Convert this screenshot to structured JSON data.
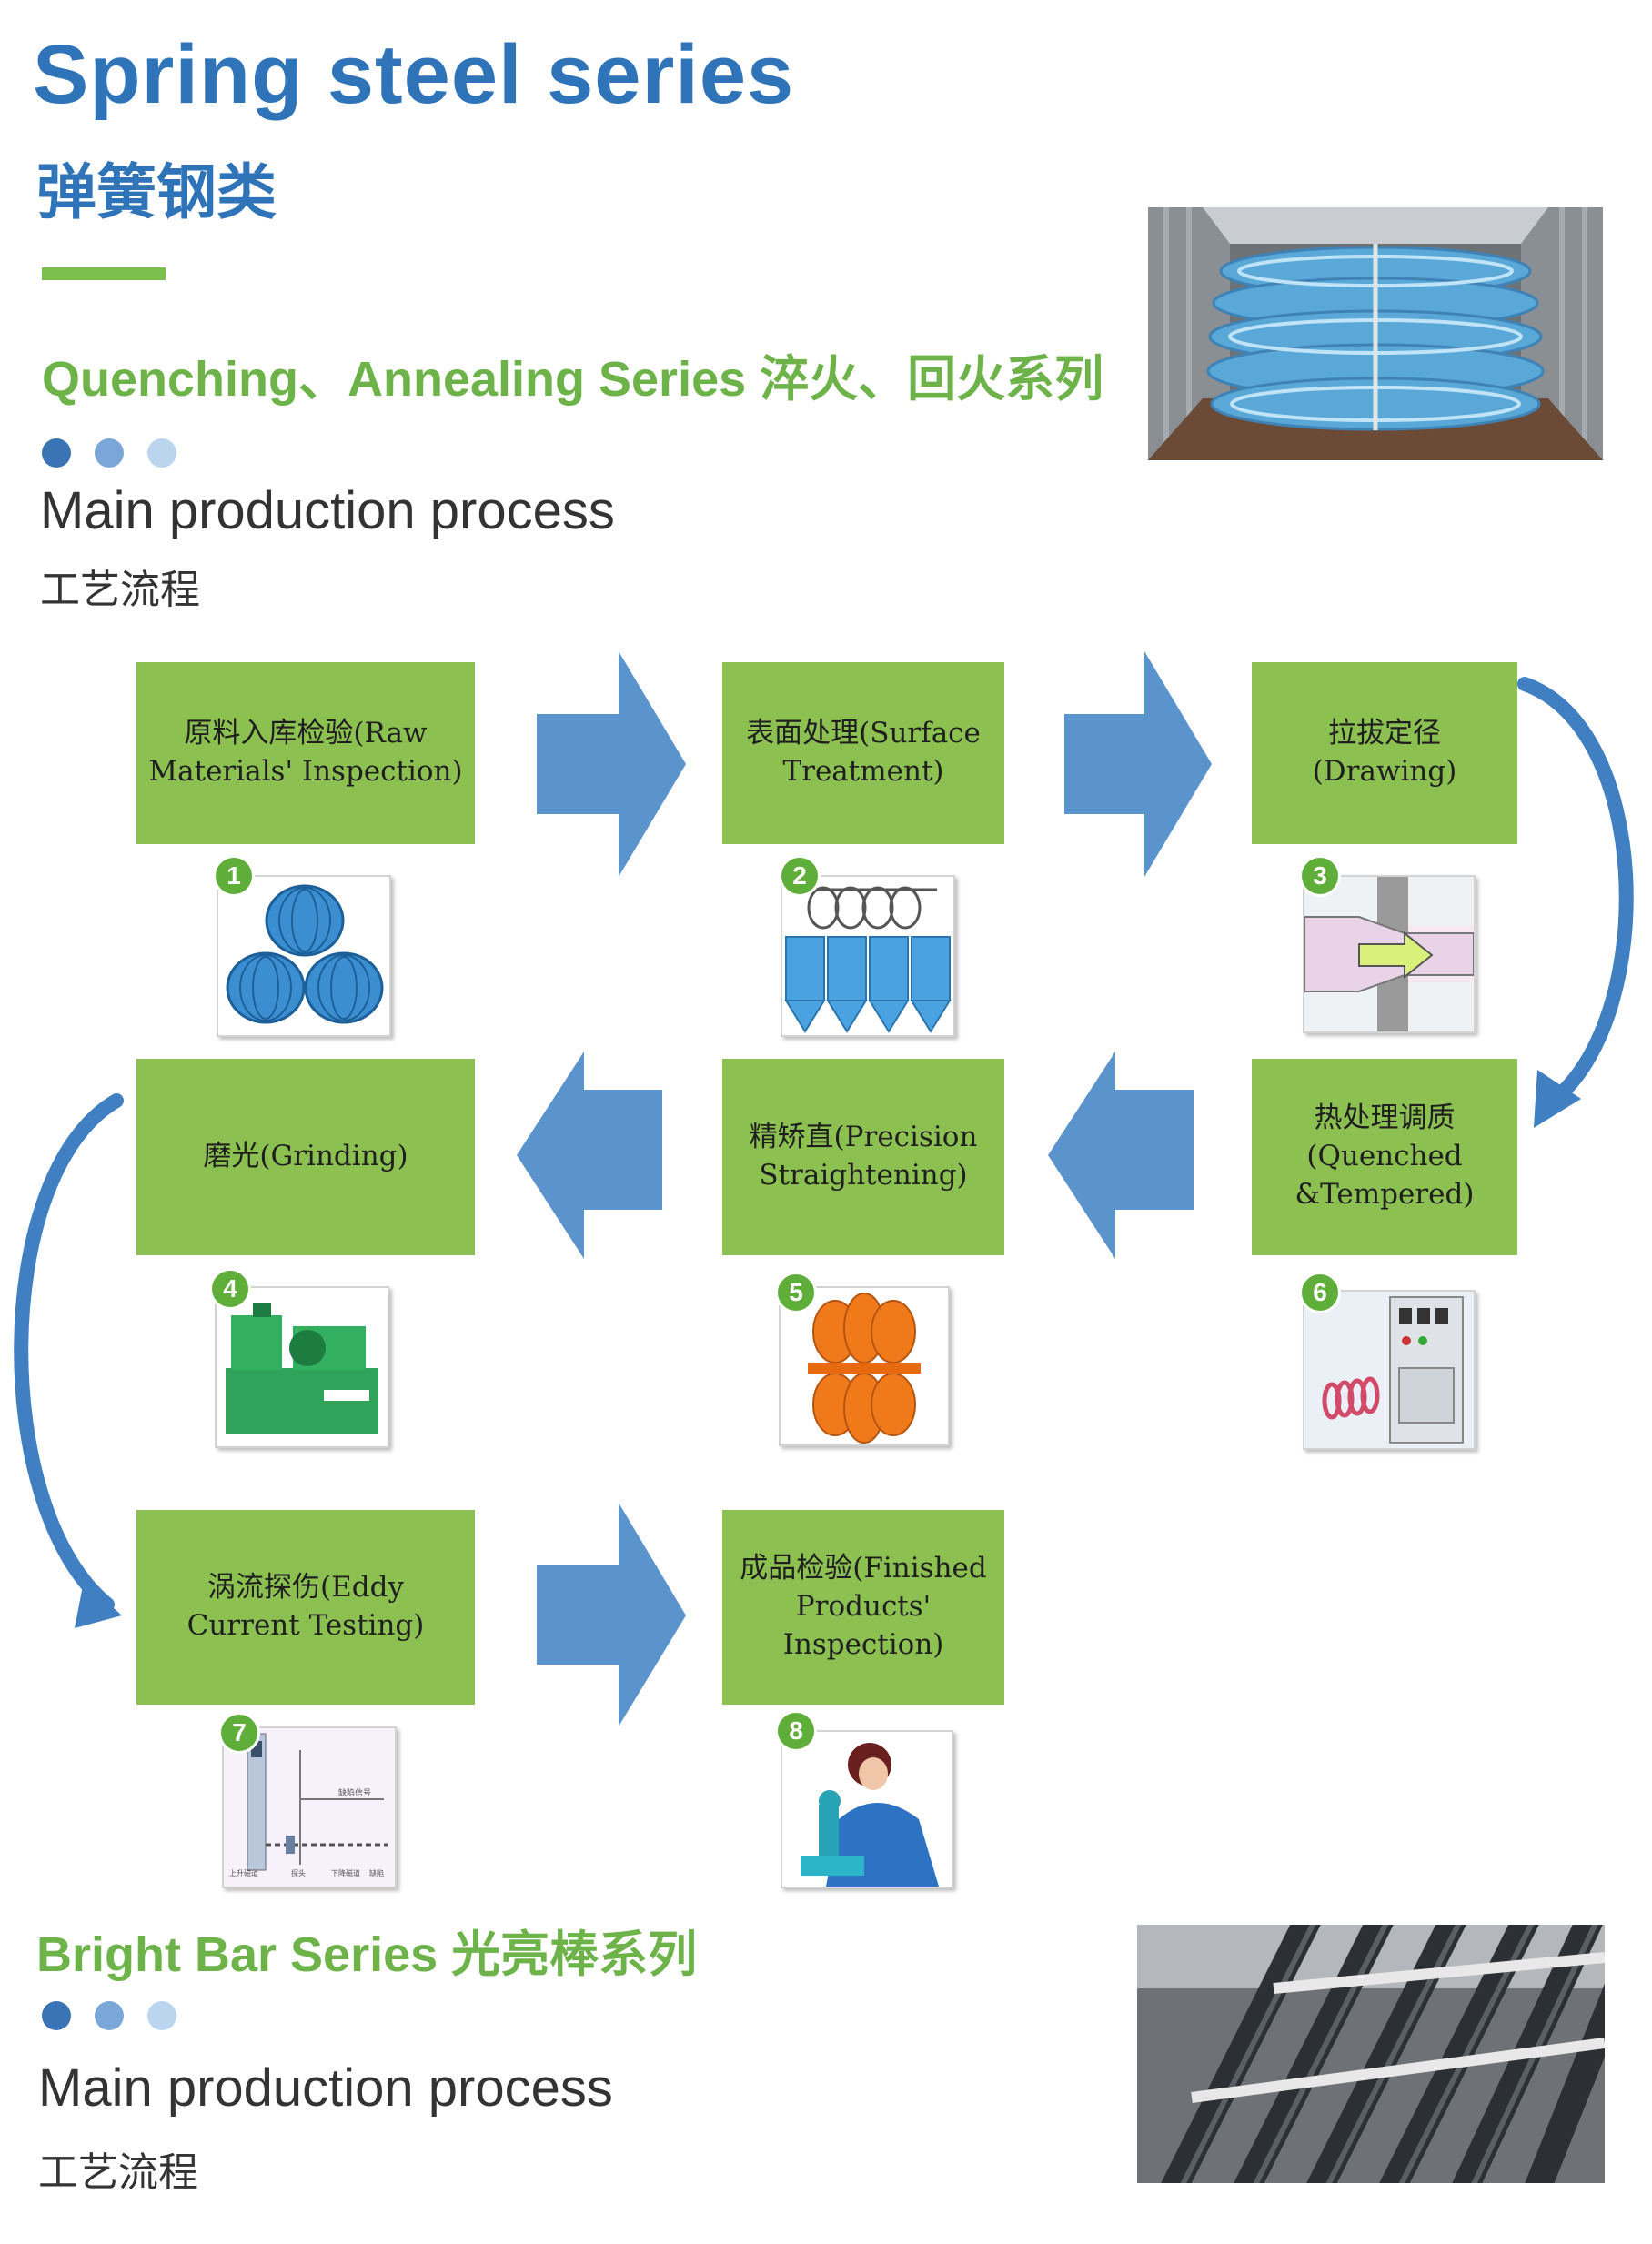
{
  "header": {
    "title_en": "Spring steel series",
    "title_zh": "弹簧钢类"
  },
  "section1": {
    "heading": "Quenching、Annealing Series  淬火、回火系列",
    "process_en": "Main production process",
    "process_zh": "工艺流程"
  },
  "steps": [
    {
      "num": "1",
      "label": "原料入库检验(Raw Materials' Inspection)"
    },
    {
      "num": "2",
      "label": "表面处理(Surface Treatment)"
    },
    {
      "num": "3",
      "label": "拉拔定径 (Drawing)"
    },
    {
      "num": "6",
      "label": "热处理调质 (Quenched &Tempered)"
    },
    {
      "num": "5",
      "label": "精矫直(Precision Straightening)"
    },
    {
      "num": "4",
      "label": "磨光(Grinding)"
    },
    {
      "num": "7",
      "label": "涡流探伤(Eddy Current Testing)"
    },
    {
      "num": "8",
      "label": "成品检验(Finished Products' Inspection)"
    }
  ],
  "eddy_panel": {
    "signal": "缺陷信号",
    "left": "上升磁道",
    "probe": "探头",
    "right": "下降磁道",
    "defect": "缺陷"
  },
  "section2": {
    "heading": "Bright Bar Series  光亮棒系列",
    "process_en": "Main production process",
    "process_zh": "工艺流程"
  },
  "colors": {
    "accent_blue": "#2f74b8",
    "accent_green": "#6db34a",
    "step_green": "#8cc152",
    "arrow_blue": "#5b93cc",
    "dot_dark": "#3b74b5",
    "dot_mid": "#7aa6d8",
    "dot_light": "#bcd5ef"
  },
  "icons": [
    "wire-coils-icon",
    "pickling-tank-icon",
    "drawing-die-icon",
    "grinding-machine-icon",
    "straightening-rollers-icon",
    "induction-heater-icon",
    "eddy-current-tester-icon",
    "inspector-microscope-icon"
  ]
}
